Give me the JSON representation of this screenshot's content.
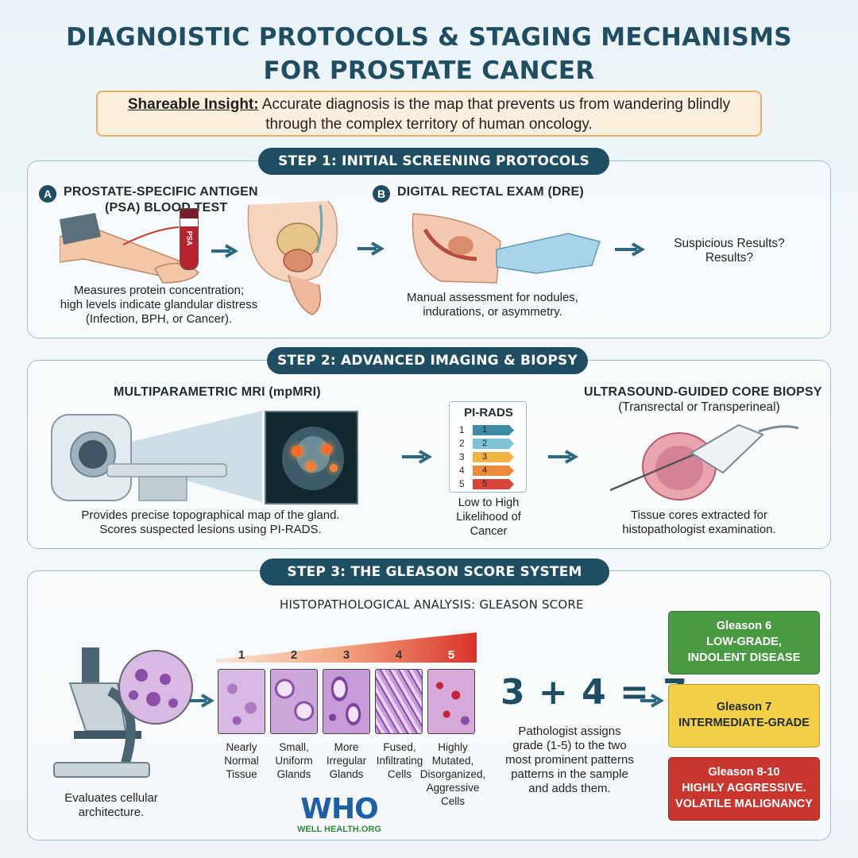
{
  "title": {
    "line1": "DIAGNOISTIC PROTOCOLS & STAGING MECHANISMS",
    "line2": "FOR PROSTATE CANCER"
  },
  "insight": {
    "label": "Shareable Insight:",
    "text_line1": " Accurate diagnosis is the map that prevents us from wandering blindly",
    "text_line2": "through the complex territory of human oncology."
  },
  "step1": {
    "pill": "STEP 1: INITIAL SCREENING PROTOCOLS",
    "a": {
      "letter": "A",
      "title_line1": "PROSTATE-SPECIFIC ANTIGEN",
      "title_line2": "(PSA) BLOOD TEST",
      "tube_label": "PSA",
      "caption_line1": "Measures protein concentration;",
      "caption_line2": "high levels indicate glandular distress",
      "caption_line3": "(Infection, BPH, or Cancer)."
    },
    "b": {
      "letter": "B",
      "title": "DIGITAL RECTAL EXAM (DRE)",
      "caption_line1": "Manual assessment for nodules,",
      "caption_line2": "indurations, or asymmetry."
    },
    "result_line1": "Suspicious Results?",
    "result_line2": "Results?"
  },
  "step2": {
    "pill": "STEP 2: ADVANCED IMAGING & BIOPSY",
    "mri_title": "MULTIPARAMETRIC MRI (mpMRI)",
    "mri_caption_line1": "Provides precise topographical map of the gland.",
    "mri_caption_line2": "Scores suspected lesions using PI-RADS.",
    "pirads": {
      "title": "PI-RADS",
      "rows": [
        {
          "num": "1",
          "label": "1",
          "color": "#3f8aa6"
        },
        {
          "num": "2",
          "label": "2",
          "color": "#7fc3d6"
        },
        {
          "num": "3",
          "label": "3",
          "color": "#f2b441"
        },
        {
          "num": "4",
          "label": "4",
          "color": "#ec8a3a"
        },
        {
          "num": "5",
          "label": "5",
          "color": "#d8453a"
        }
      ],
      "caption_line1": "Low to High",
      "caption_line2": "Likelihood of",
      "caption_line3": "Cancer"
    },
    "biopsy_title": "ULTRASOUND-GUIDED CORE BIOPSY",
    "biopsy_sub": "(Transrectal or Transperineal)",
    "biopsy_caption_line1": "Tissue cores extracted for",
    "biopsy_caption_line2": "histopathologist examination."
  },
  "step3": {
    "pill": "STEP 3: THE GLEASON SCORE SYSTEM",
    "heading": "HISTOPATHOLOGICAL ANALYSIS: GLEASON SCORE",
    "microscope_caption_line1": "Evaluates cellular",
    "microscope_caption_line2": "architecture.",
    "grades": [
      {
        "num": "1",
        "l1": "Nearly",
        "l2": "Normal",
        "l3": "Tissue",
        "l4": ""
      },
      {
        "num": "2",
        "l1": "Small,",
        "l2": "Uniform",
        "l3": "Glands",
        "l4": ""
      },
      {
        "num": "3",
        "l1": "More",
        "l2": "Irregular",
        "l3": "Glands",
        "l4": ""
      },
      {
        "num": "4",
        "l1": "Fused,",
        "l2": "Infiltrating",
        "l3": "Cells",
        "l4": ""
      },
      {
        "num": "5",
        "l1": "Highly",
        "l2": "Mutated,",
        "l3": "Disorganized,",
        "l4": "Aggressive",
        "l5": "Cells"
      }
    ],
    "equation": "3 + 4 = 7",
    "equation_caption_line1": "Pathologist assigns",
    "equation_caption_line2": "grade (1-5) to the two",
    "equation_caption_line3": "most prominent patterns",
    "equation_caption_line4": "patterns in the sample",
    "equation_caption_line5": "and adds them.",
    "boxes": [
      {
        "line1": "Gleason 6",
        "line2": "LOW-GRADE,",
        "line3": "INDOLENT DISEASE",
        "bg": "#4a9a44",
        "fg": "#ffffff"
      },
      {
        "line1": "Gleason 7",
        "line2": "INTERMEDIATE-GRADE",
        "line3": "",
        "bg": "#f3cf48",
        "fg": "#1f2a33"
      },
      {
        "line1": "Gleason 8-10",
        "line2": "HIGHLY AGGRESSIVE.",
        "line3": "VOLATILE MALIGNANCY",
        "bg": "#c9362e",
        "fg": "#ffffff"
      }
    ]
  },
  "logo": {
    "letters": "WHO",
    "tagline": "WELL HEALTH.ORG"
  }
}
